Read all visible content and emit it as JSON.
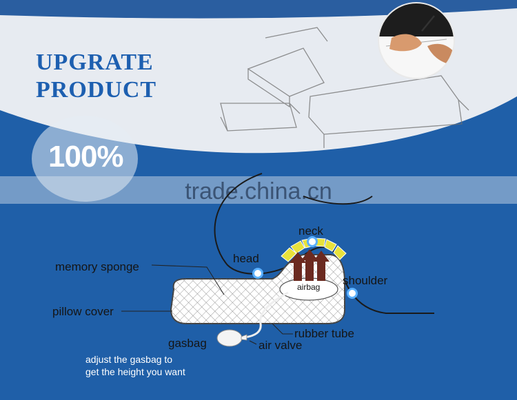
{
  "headline": {
    "line1": "UPGRATE",
    "line2": "PRODUCT"
  },
  "badge": {
    "text": "100%"
  },
  "watermark": {
    "text": "trade.china.cn"
  },
  "diagram": {
    "labels": {
      "neck": "neck",
      "head": "head",
      "memory_sponge": "memory sponge",
      "shoulder": "shoulder",
      "airbag": "airbag",
      "pillow_cover": "pillow cover",
      "rubber_tube": "rubber tube",
      "gasbag": "gasbag",
      "air_valve": "air valve"
    },
    "note_line1": "adjust the gasbag to",
    "note_line2": "get the height you want"
  },
  "colors": {
    "background": "#1f5fa8",
    "arc": "#e7ebf1",
    "headline": "#1d5fb0",
    "arrows": "#6b2a20",
    "pad": "#e8e23c"
  }
}
